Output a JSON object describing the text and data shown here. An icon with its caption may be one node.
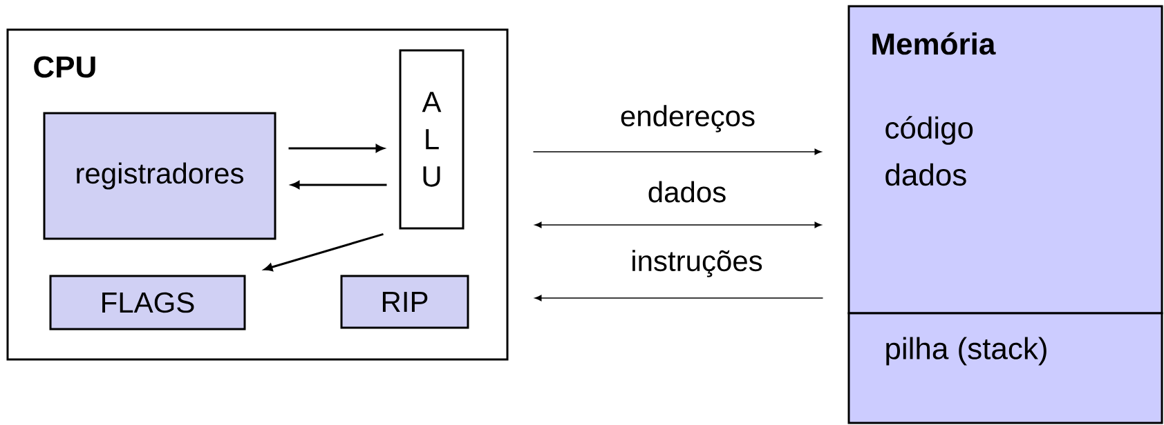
{
  "diagram": {
    "nodes": [
      {
        "text": [
          "CPU"
        ]
      },
      {
        "text": [
          "registradores"
        ],
        "in": 0
      },
      {
        "text": [
          "A L U"
        ],
        "in": 0
      },
      {
        "text": [
          "FLAGS"
        ],
        "in": 0
      },
      {
        "text": [
          "RIP"
        ],
        "in": 0
      },
      {
        "text": [
          "Memória",
          "código",
          "dados"
        ]
      },
      {
        "text": [
          "pilha (stack)"
        ]
      }
    ],
    "edges": [
      {
        "from": 1,
        "to": 2,
        "arrow": "to"
      },
      {
        "from": 2,
        "to": 1,
        "arrow": "to"
      },
      {
        "from": 2,
        "to": 3,
        "arrow": "to"
      },
      {
        "from": 0,
        "to": 5,
        "arrow": "to",
        "label": "endereços"
      },
      {
        "from": 0,
        "to": 5,
        "arrow": "both",
        "label": "dados"
      },
      {
        "from": 5,
        "to": 0,
        "arrow": "to",
        "label": "instruções"
      }
    ]
  }
}
